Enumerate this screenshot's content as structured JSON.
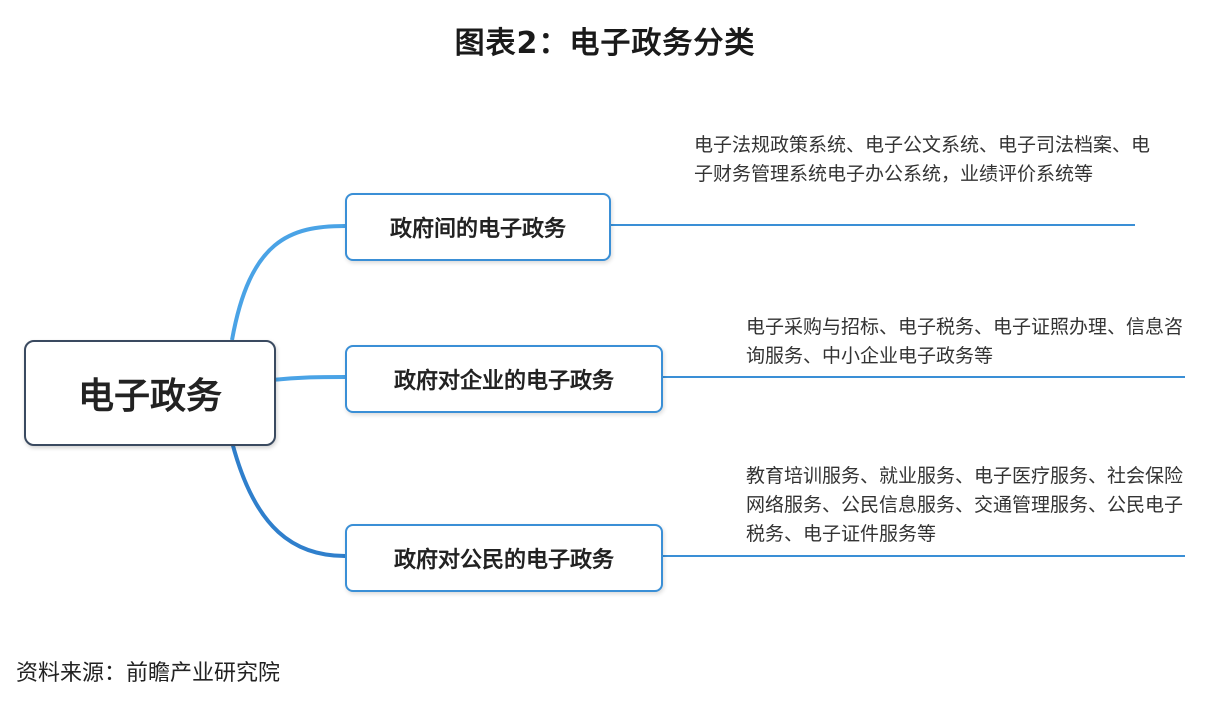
{
  "title": "图表2：电子政务分类",
  "root": {
    "label": "电子政务"
  },
  "branches": [
    {
      "label": "政府间的电子政务",
      "detail": "电子法规政策系统、电子公文系统、电子司法档案、电子财务管理系统电子办公系统，业绩评价系统等"
    },
    {
      "label": "政府对企业的电子政务",
      "detail": "电子采购与招标、电子税务、电子证照办理、信息咨询服务、中小企业电子政务等"
    },
    {
      "label": "政府对公民的电子政务",
      "detail": "教育培训服务、就业服务、电子医疗服务、社会保险网络服务、公民信息服务、交通管理服务、公民电子税务、电子证件服务等"
    }
  ],
  "source": "资料来源：前瞻产业研究院",
  "colors": {
    "branch_line": "#3a8fd6",
    "root_border": "#3a4a60"
  }
}
